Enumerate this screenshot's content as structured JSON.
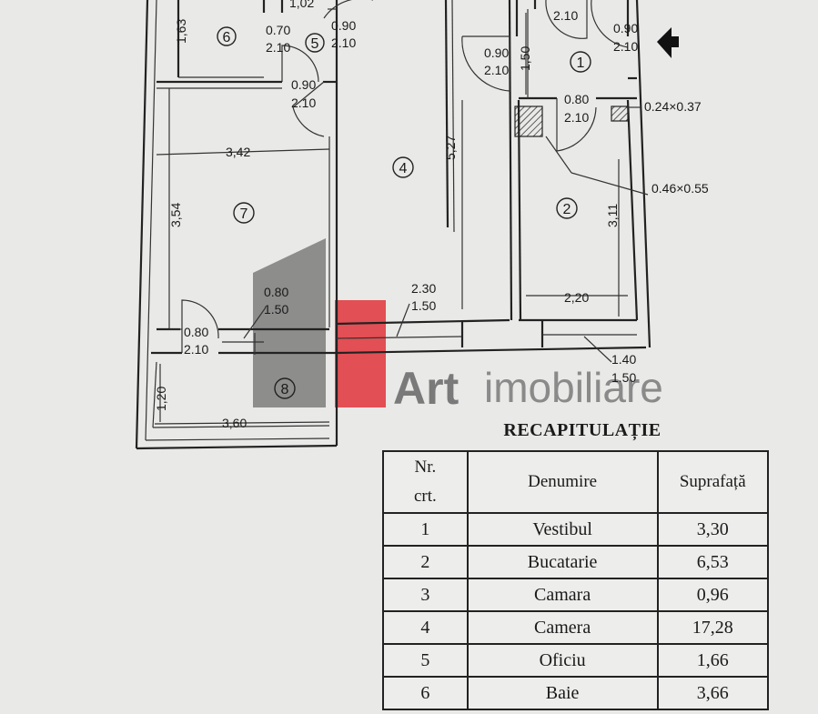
{
  "plan": {
    "rooms": [
      {
        "n": "1"
      },
      {
        "n": "2"
      },
      {
        "n": "4"
      },
      {
        "n": "5"
      },
      {
        "n": "6"
      },
      {
        "n": "7"
      },
      {
        "n": "8"
      }
    ],
    "dims": {
      "d_1_63": "1,63",
      "d_1_02": "1,02",
      "d_070": "0.70",
      "d_210a": "2.10",
      "d_090a": "0.90",
      "d_210b": "2.10",
      "d_090b": "0.90",
      "d_210c": "2.10",
      "d_3_42": "3,42",
      "d_3_54": "3,54",
      "d_080a": "0.80",
      "d_150a": "1.50",
      "d_080b": "0.80",
      "d_210d": "2.10",
      "d_1_20": "1,20",
      "d_3_60": "3,60",
      "d_5_27": "5,27",
      "d_230": "2.30",
      "d_150b": "1.50",
      "d_210top": "2.10",
      "d_090c": "0.90",
      "d_210e": "2.10",
      "d_1_50": "1,50",
      "d_090d": "0.90",
      "d_210f": "2.10",
      "d_080c": "0.80",
      "d_210g": "2.10",
      "d_024": "0.24×0.37",
      "d_046": "0.46×0.55",
      "d_3_11": "3,11",
      "d_2_20": "2,20",
      "d_140": "1.40",
      "d_150c": "1.50"
    }
  },
  "watermark": {
    "brand": "Art",
    "suffix": "imobiliare"
  },
  "recap": {
    "title": "RECAPITULAȚIE",
    "headers": {
      "nr_line1": "Nr.",
      "nr_line2": "crt.",
      "name": "Denumire",
      "area": "Suprafață"
    },
    "rows": [
      {
        "nr": "1",
        "name": "Vestibul",
        "area": "3,30"
      },
      {
        "nr": "2",
        "name": "Bucatarie",
        "area": "6,53"
      },
      {
        "nr": "3",
        "name": "Camara",
        "area": "0,96"
      },
      {
        "nr": "4",
        "name": "Camera",
        "area": "17,28"
      },
      {
        "nr": "5",
        "name": "Oficiu",
        "area": "1,66"
      },
      {
        "nr": "6",
        "name": "Baie",
        "area": "3,66"
      }
    ]
  }
}
